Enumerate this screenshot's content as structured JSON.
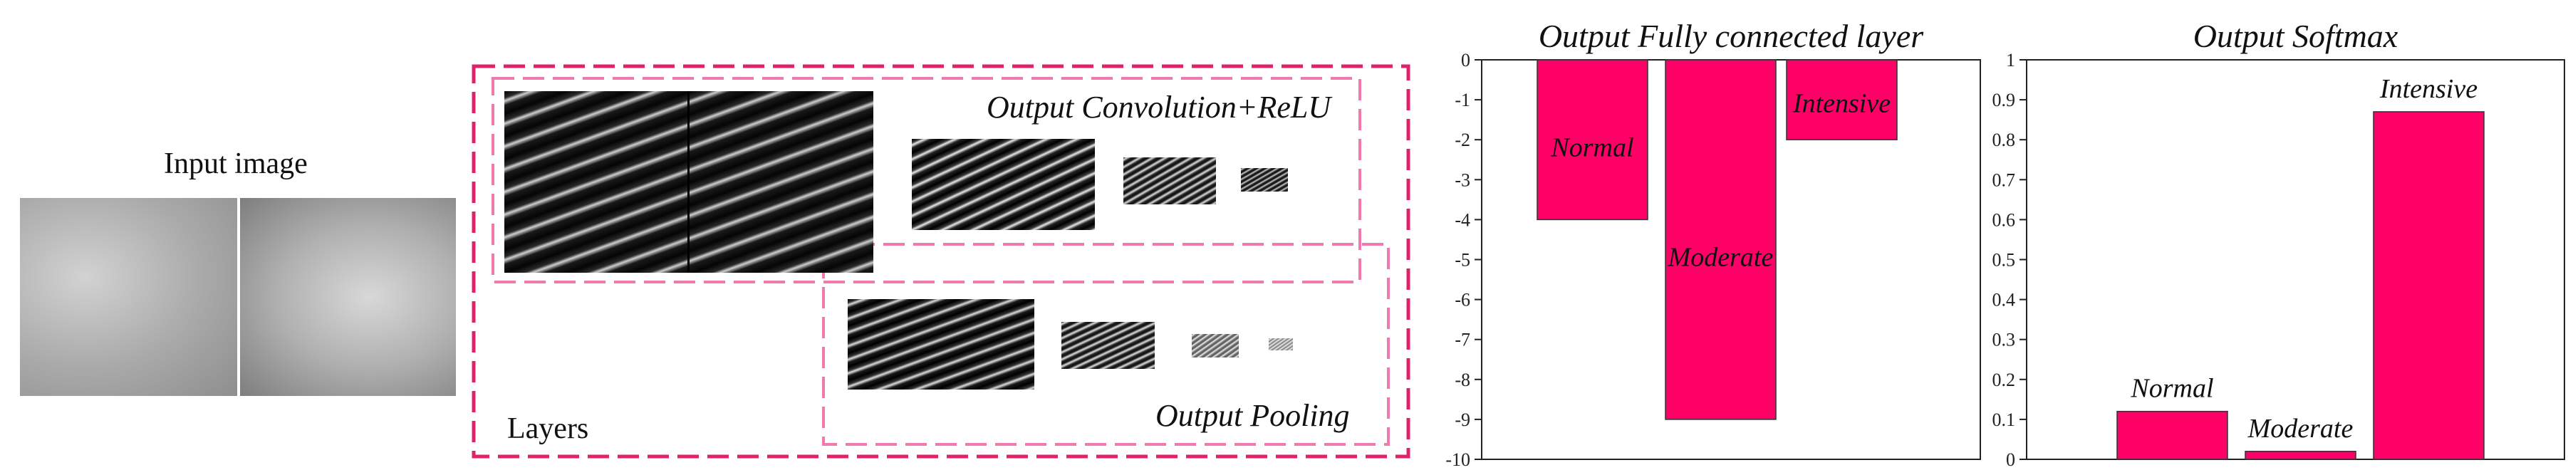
{
  "input": {
    "label": "Input image"
  },
  "layers": {
    "label": "Layers",
    "conv_label": "Output Convolution+ReLU",
    "pool_label": "Output Pooling",
    "colors": {
      "outer": "#e0226a",
      "inner": "#f07ab0"
    }
  },
  "chart_data": [
    {
      "type": "bar",
      "title": "Output Fully connected layer",
      "categories": [
        "Normal",
        "Moderate",
        "Intensive"
      ],
      "values": [
        -4,
        -9,
        -2
      ],
      "ylim": [
        -10,
        0
      ],
      "yticks": [
        0,
        -1,
        -2,
        -3,
        -4,
        -5,
        -6,
        -7,
        -8,
        -9,
        -10
      ],
      "bar_color": "#ff0066",
      "grid": false
    },
    {
      "type": "bar",
      "title": "Output Softmax",
      "categories": [
        "Normal",
        "Moderate",
        "Intensive"
      ],
      "values": [
        0.12,
        0.02,
        0.87
      ],
      "ylim": [
        0,
        1
      ],
      "yticks": [
        0,
        0.1,
        0.2,
        0.3,
        0.4,
        0.5,
        0.6,
        0.7,
        0.8,
        0.9,
        1
      ],
      "bar_color": "#ff0066",
      "grid": false
    }
  ]
}
